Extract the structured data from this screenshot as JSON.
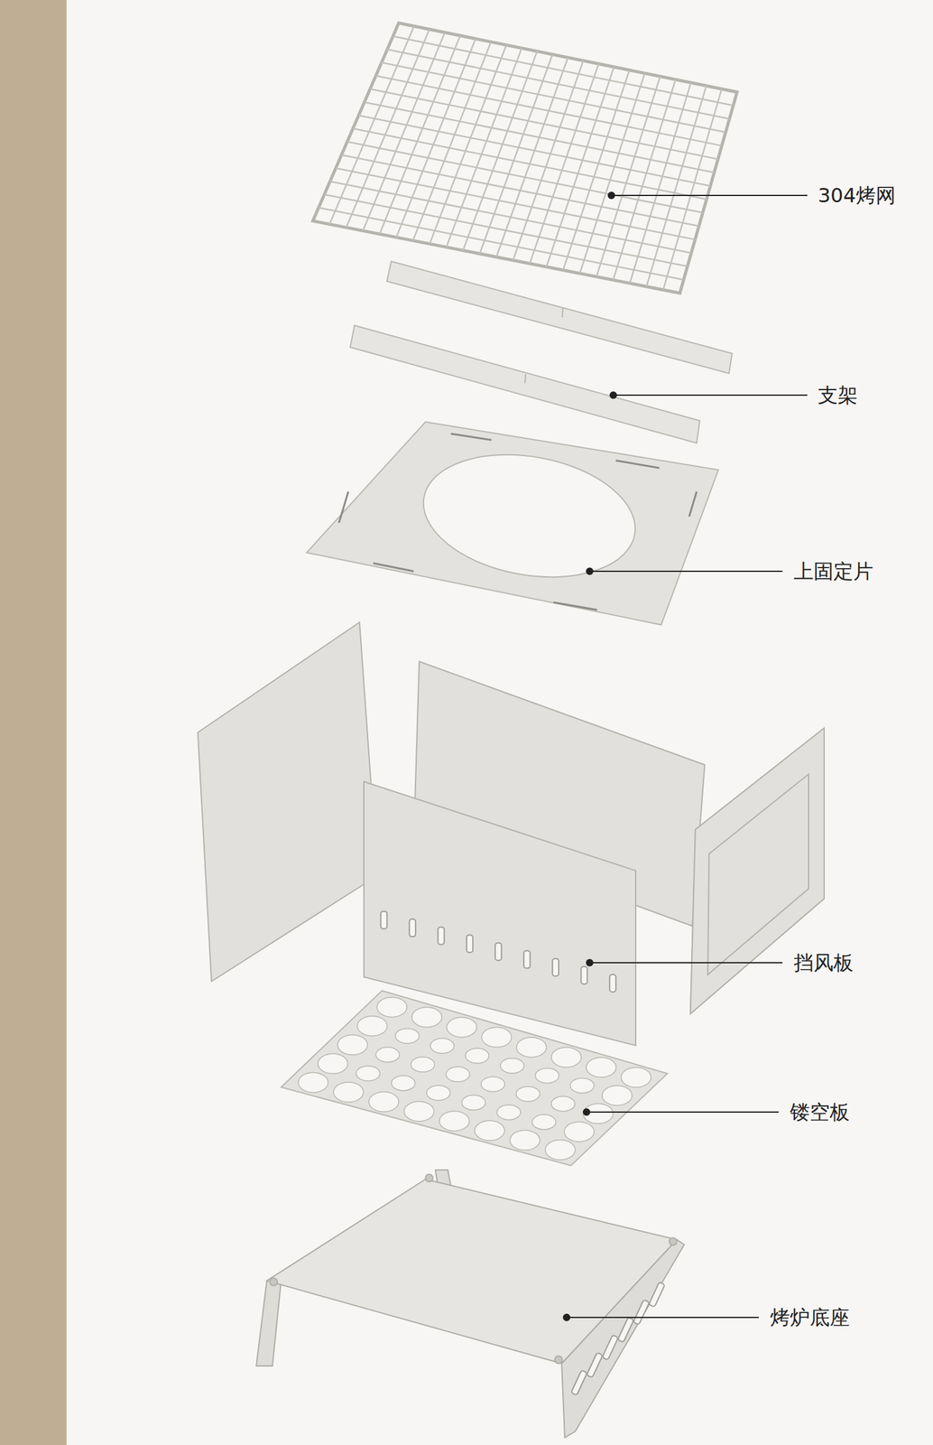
{
  "diagram": {
    "labels": [
      "304烤网",
      "支架",
      "上固定片",
      "挡风板",
      "镂空板",
      "烤炉底座"
    ]
  }
}
